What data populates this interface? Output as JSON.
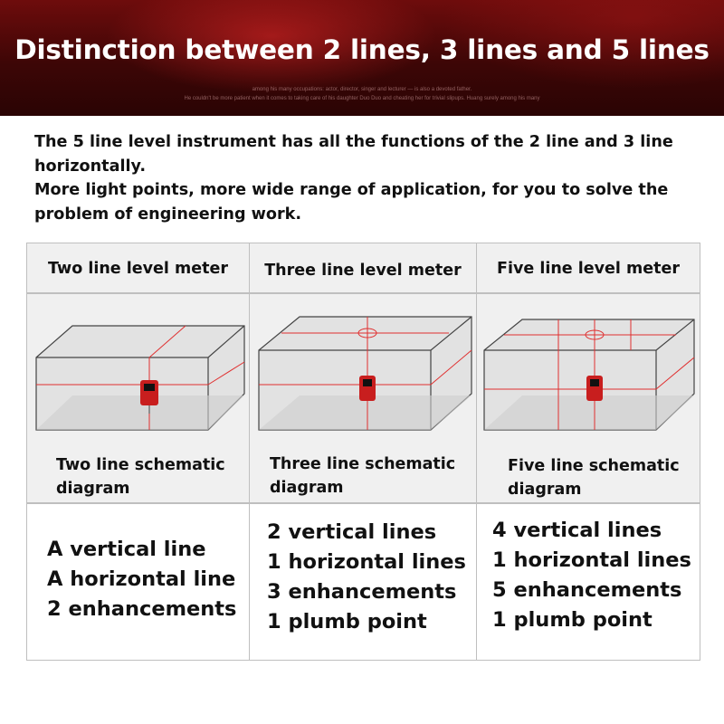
{
  "banner": {
    "title": "Distinction between 2 lines, 3 lines and 5 lines",
    "subtext_1": "among his many occupations: actor, director, singer and lecturer — is also a devoted father.",
    "subtext_2": "He couldn't be more patient when it comes to taking care of his daughter Duo Duo and cheating her for trivial slipups. Huang surely among his many"
  },
  "intro": {
    "paragraph_1": "The 5 line level instrument has all the functions of the 2 line and 3 line horizontally.",
    "paragraph_2": "More light points, more wide range of application, for you to solve the problem of engineering work."
  },
  "columns": [
    {
      "header": "Two line level meter",
      "caption": "Two line schematic\ndiagram",
      "features": [
        "A vertical line",
        "A horizontal line",
        "2 enhancements"
      ]
    },
    {
      "header": "Three line level meter",
      "caption": "Three line schematic\ndiagram",
      "features": [
        "2 vertical lines",
        "1 horizontal lines",
        "3 enhancements",
        "1 plumb point"
      ]
    },
    {
      "header": "Five line level meter",
      "caption": "Five line schematic\ndiagram",
      "features": [
        "4 vertical lines",
        "1 horizontal lines",
        "5 enhancements",
        "1 plumb point"
      ]
    }
  ],
  "colors": {
    "banner": "#5a0a0a",
    "laser": "#e03030",
    "table_bg": "#f0f0f0",
    "border": "#bfbfbf"
  }
}
